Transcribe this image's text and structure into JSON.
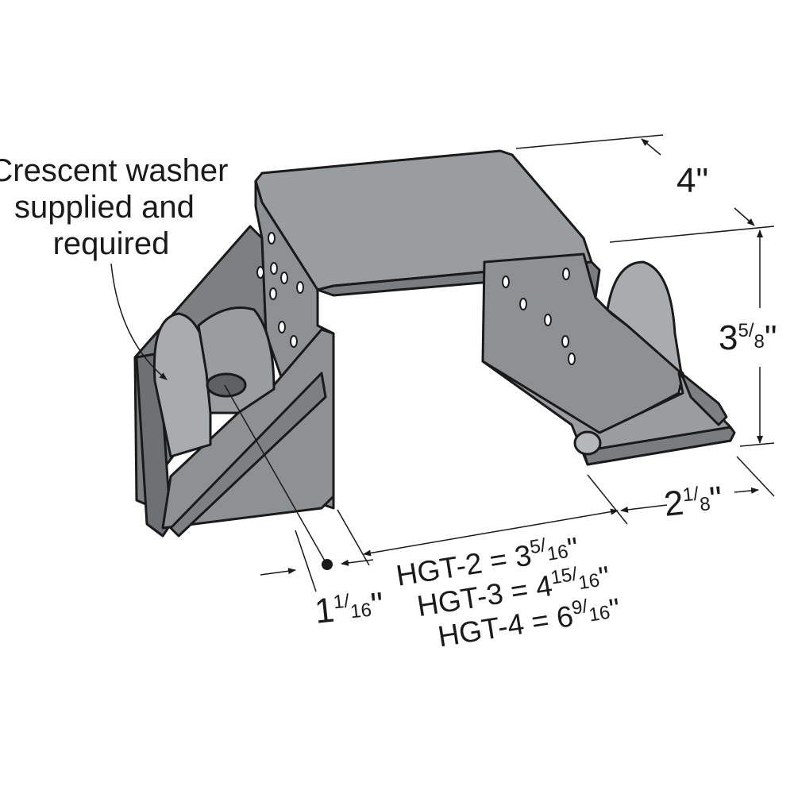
{
  "callout": {
    "lines": [
      "Crescent washer",
      "supplied and",
      "required"
    ]
  },
  "dimensions": {
    "width": {
      "text": "4\""
    },
    "height": {
      "whole": "3",
      "num": "5",
      "den": "8",
      "inch": "\""
    },
    "depth": {
      "whole": "2",
      "num": "1",
      "den": "8",
      "inch": "\""
    },
    "offset": {
      "whole": "1",
      "num": "1",
      "den": "16",
      "inch": "\""
    },
    "spans": [
      {
        "model": "HGT-2 = ",
        "whole": "3",
        "num": "5",
        "den": "16",
        "inch": "\""
      },
      {
        "model": "HGT-3 = ",
        "whole": "4",
        "num": "15",
        "den": "16",
        "inch": "\""
      },
      {
        "model": "HGT-4 = ",
        "whole": "6",
        "num": "9",
        "den": "16",
        "inch": "\""
      }
    ]
  },
  "colors": {
    "metal": "#8e9194",
    "metal_dark": "#6e7174",
    "metal_light": "#a9acaf",
    "outline": "#1a1a1a"
  }
}
